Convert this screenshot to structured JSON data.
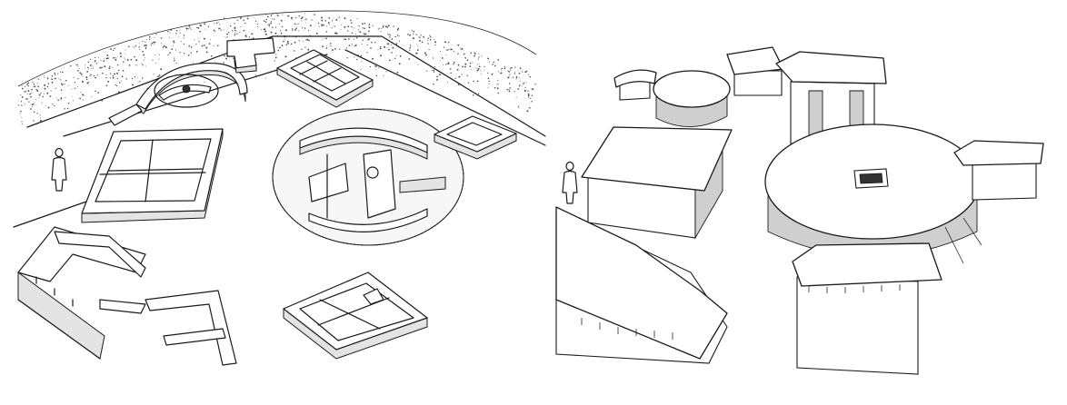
{
  "figure": {
    "panels": [
      {
        "id": "left",
        "subject": "excavated-foundations-plan-view"
      },
      {
        "id": "right",
        "subject": "reconstructed-roofed-structures"
      }
    ],
    "colors": {
      "ink": "#1a1a1a",
      "paper": "#ffffff",
      "stipple": "#555555",
      "shade": "#cfcfcf"
    },
    "icons": [
      "human-figure-scale-icon"
    ]
  }
}
